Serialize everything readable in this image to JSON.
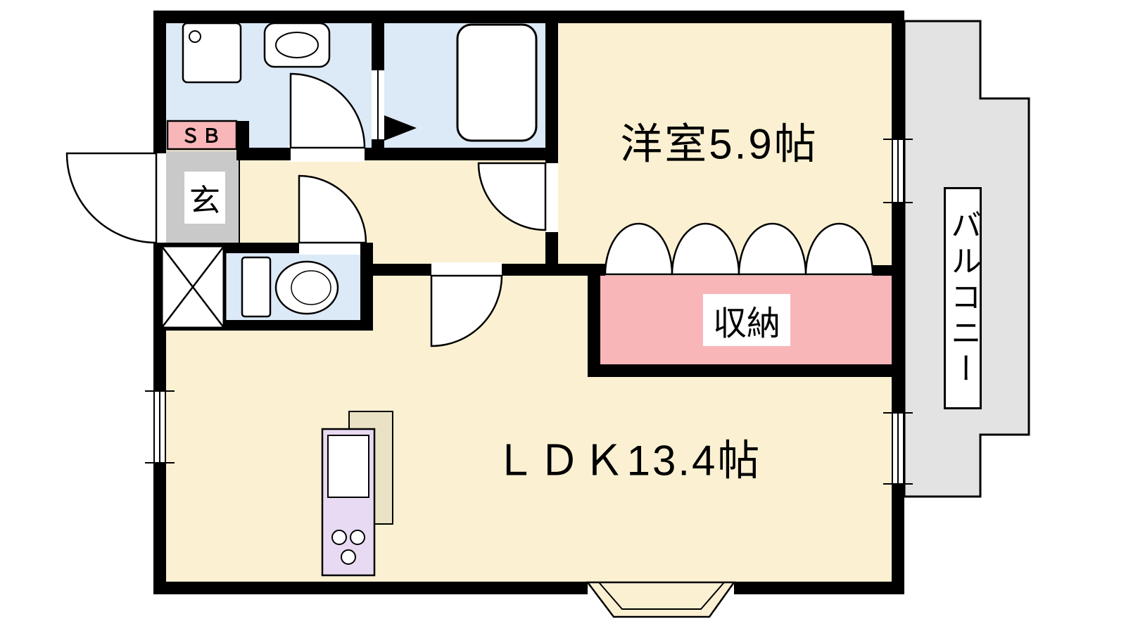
{
  "colors": {
    "wall": "#000000",
    "floor-cream": "#FBF1D2",
    "wet-blue": "#DCE9F7",
    "accent-pink": "#F9B6B9",
    "entry-gray": "#C9C9C9",
    "balcony-gray": "#E3E3E3",
    "kitchen-purple": "#E8DAF2",
    "counter-tan": "#EAE2C4",
    "fixture-white": "#FFFFFF"
  },
  "rooms": {
    "western_room": {
      "label": "洋室5.9帖"
    },
    "ldk": {
      "label": "ＬＤＫ13.4帖"
    },
    "storage": {
      "label": "収納"
    },
    "entrance": {
      "label": "玄"
    },
    "shoe_box": {
      "label": "ＳＢ"
    },
    "balcony": {
      "label": "バルコニー"
    }
  }
}
